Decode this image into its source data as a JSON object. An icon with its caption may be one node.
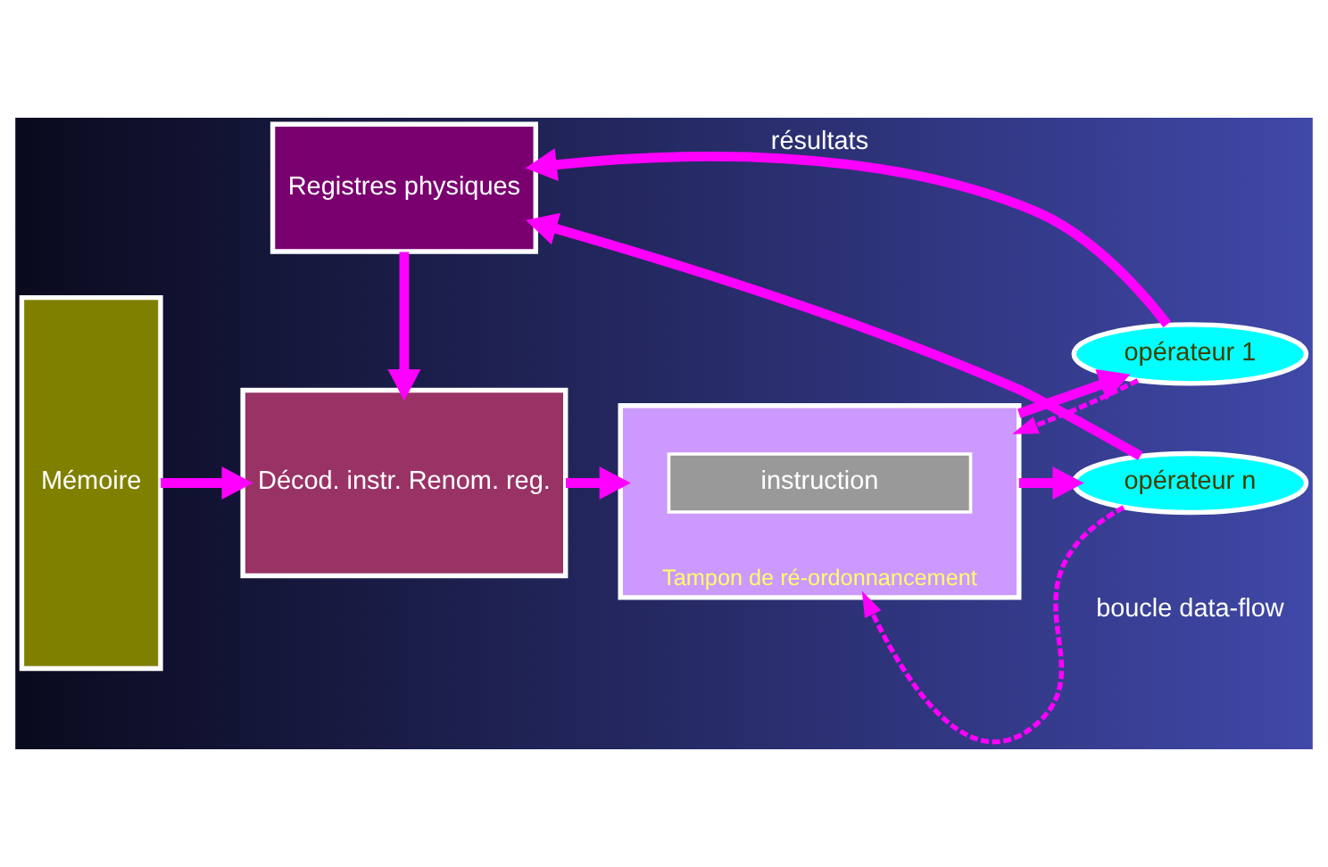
{
  "diagram": {
    "nodes": [
      {
        "text": [
          "Registres physiques"
        ]
      },
      {
        "text": [
          "Mémoire"
        ]
      },
      {
        "text": [
          "Décod. instr. Renom. reg."
        ]
      },
      {
        "text": [
          "Tampon de ré-ordonnancement"
        ]
      },
      {
        "text": [
          "instruction"
        ],
        "in": 3
      },
      {
        "text": [
          "opérateur 1"
        ]
      },
      {
        "text": [
          "opérateur n"
        ]
      }
    ],
    "edges": [
      {
        "from": 1,
        "to": 2,
        "arrow": "to"
      },
      {
        "from": 2,
        "to": 3,
        "arrow": "to"
      },
      {
        "from": 0,
        "to": 2,
        "arrow": "to"
      },
      {
        "from": 3,
        "to": 5,
        "arrow": "to"
      },
      {
        "from": 3,
        "to": 6,
        "arrow": "to"
      },
      {
        "from": 5,
        "to": 0,
        "arrow": "to",
        "label": "résultats"
      },
      {
        "from": 6,
        "to": 0,
        "arrow": "to"
      },
      {
        "from": 5,
        "to": 3,
        "arrow": "to",
        "style": "dashed"
      },
      {
        "from": 6,
        "to": 3,
        "arrow": "to",
        "style": "dashed"
      }
    ],
    "labels": [
      "boucle data-flow"
    ]
  }
}
